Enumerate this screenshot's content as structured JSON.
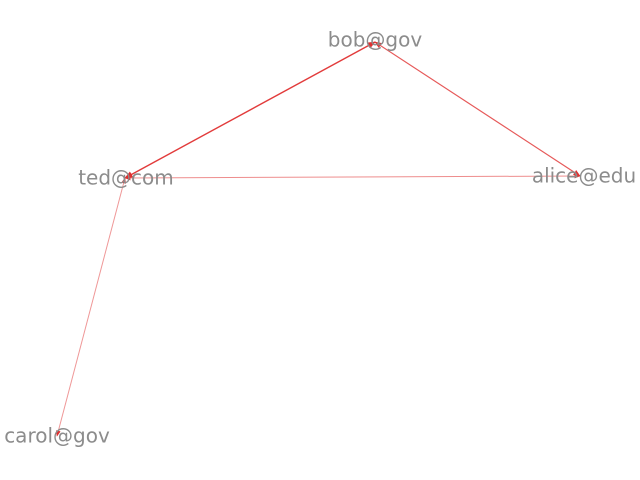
{
  "graph": {
    "nodes": [
      {
        "id": "bob",
        "label": "bob@gov"
      },
      {
        "id": "alice",
        "label": "alice@edu"
      },
      {
        "id": "ted",
        "label": "ted@com"
      },
      {
        "id": "carol",
        "label": "carol@gov"
      }
    ],
    "edges": [
      {
        "source": "ted",
        "target": "bob"
      },
      {
        "source": "bob",
        "target": "alice"
      },
      {
        "source": "ted",
        "target": "alice"
      },
      {
        "source": "ted",
        "target": "carol"
      }
    ],
    "colors": {
      "edge": "#e03030",
      "node_label": "#8c8c8c",
      "background": "#ffffff"
    }
  }
}
